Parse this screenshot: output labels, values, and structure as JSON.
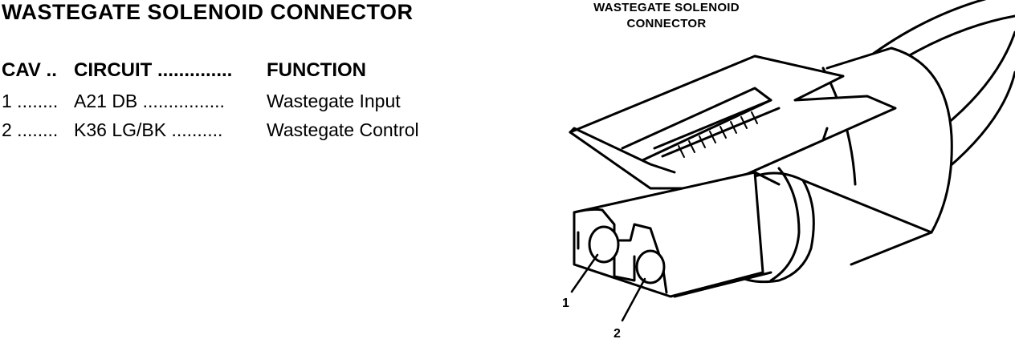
{
  "title": "WASTEGATE SOLENOID CONNECTOR",
  "table": {
    "header": {
      "cav": "CAV ..",
      "circuit": "CIRCUIT ..............",
      "function": "FUNCTION"
    },
    "rows": [
      {
        "cav": "1 ........",
        "circuit": "A21 DB ................",
        "function": "Wastegate Input"
      },
      {
        "cav": "2 ........",
        "circuit": "K36 LG/BK ..........",
        "function": "Wastegate Control"
      }
    ]
  },
  "diagram": {
    "title_line1": "WASTEGATE SOLENOID",
    "title_line2": "CONNECTOR",
    "callout_1": "1",
    "callout_2": "2"
  }
}
